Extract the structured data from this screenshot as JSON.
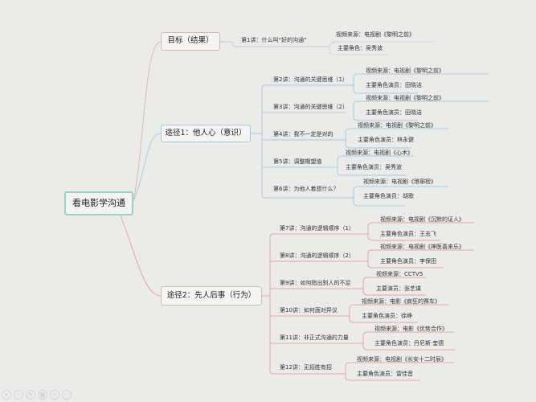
{
  "root": {
    "label": "看电影学沟通"
  },
  "colors": {
    "background": "#ebebea",
    "root_border": "#9fd1c2",
    "goal_line": "#d7b9bf",
    "path1_line": "#a6cbe0",
    "path2_line": "#e3a5ad"
  },
  "branches": {
    "goal": {
      "label": "目标（结果）",
      "lectures": [
        {
          "title": "第1讲：什么叫“好的沟通”",
          "source": "视频来源：电视剧《黎明之前》",
          "actor": "主要角色：吴秀波"
        }
      ]
    },
    "path1": {
      "label": "途径1：他人心（意识）",
      "lectures": [
        {
          "title": "第2讲：沟通的关键思维（1）",
          "source": "视频来源：电视剧《黎明之前》",
          "actor": "主要角色演员：田晓洁"
        },
        {
          "title": "第3讲：沟通的关键思维（2）",
          "source": "视频来源：电视剧《黎明之前》",
          "actor": "主要角色演员：田晓洁"
        },
        {
          "title": "第4讲：我不一定是对的",
          "source": "视频来源：电视剧《黎明之前》",
          "actor": "主要角色演员：林永健"
        },
        {
          "title": "第5讲：调整期望值",
          "source": "视频来源：电视剧《心术》",
          "actor": "主要角色演员：吴秀波"
        },
        {
          "title": "第6讲：为他人着想什么？",
          "source": "视频来源：电视剧《琅琊榜》",
          "actor": "主要角色演员：胡歌"
        }
      ]
    },
    "path2": {
      "label": "途径2：先人后事（行为）",
      "lectures": [
        {
          "title": "第7讲：沟通的逻辑顺序（1）",
          "source": "视频来源：电视剧《沉默的证人》",
          "actor": "主要角色演员：王志飞"
        },
        {
          "title": "第8讲：沟通的逻辑顺序（2）",
          "source": "视频来源：电视剧《神医喜来乐》",
          "actor": "主要角色演员：李保田"
        },
        {
          "title": "第9讲：如何指出别人的不足",
          "source": "视频来源：CCTV5",
          "actor": "主要演员：张艺谋"
        },
        {
          "title": "第10讲：如何面对异议",
          "source": "视频来源：电影《疯狂的赛车》",
          "actor": "主要角色演员：徐峥"
        },
        {
          "title": "第11讲：非正式沟通的力量",
          "source": "视频来源：电影《优势合作》",
          "actor": "主要角色演员：丹尼斯·奎德"
        },
        {
          "title": "第12讲：无招胜有招",
          "source": "视频来源：电视剧《长安十二时辰》",
          "actor": "主要角色演员：雷佳音"
        }
      ]
    }
  },
  "toolbar": {
    "icons": [
      "pause-icon",
      "back-icon",
      "edit-icon",
      "grid-icon",
      "zoom-icon",
      "more-icon"
    ],
    "glyphs": [
      "⏸",
      "‹",
      "✎",
      "▦",
      "⌕",
      "⋯"
    ]
  }
}
